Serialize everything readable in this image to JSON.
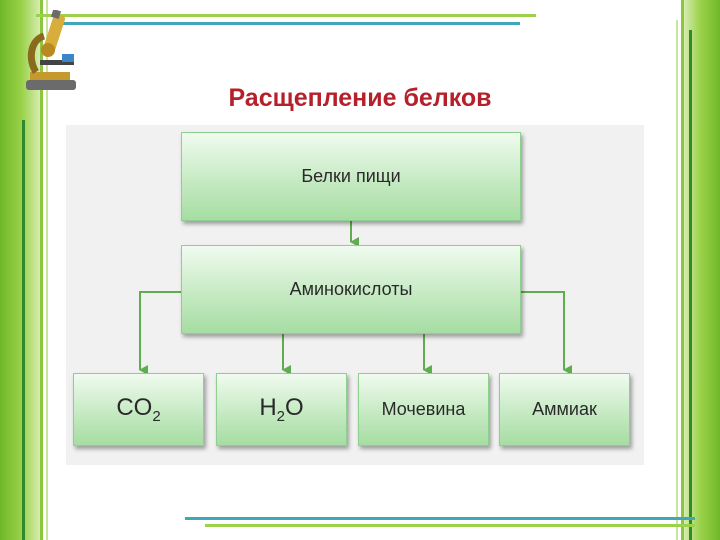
{
  "title": "Расщепление белков",
  "diagram": {
    "top_node": "Белки пищи",
    "middle_node": "Аминокислоты",
    "products": [
      {
        "base": "CO",
        "sub": "2",
        "tail": ""
      },
      {
        "base": "H",
        "sub": "2",
        "tail": "O"
      },
      {
        "base": "Мочевина",
        "sub": "",
        "tail": ""
      },
      {
        "base": "Аммиак",
        "sub": "",
        "tail": ""
      }
    ]
  },
  "colors": {
    "title": "#b5202a",
    "node_fill_top": "#f0fbef",
    "node_fill_bottom": "#a6dda3",
    "connector": "#5fae4e",
    "frame_green": "#8cc63f",
    "frame_teal": "#3fa7b8"
  }
}
